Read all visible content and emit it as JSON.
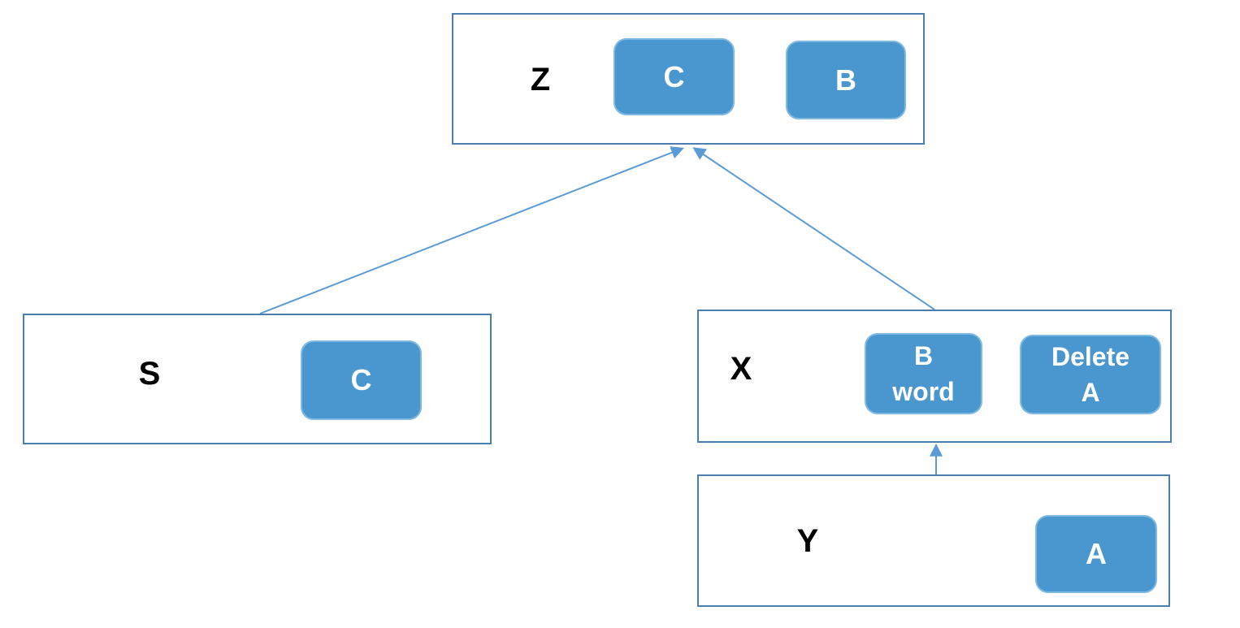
{
  "colors": {
    "box_border": "#4a7eae",
    "button_fill": "#4a97d0",
    "button_border": "#7fb9e2",
    "button_text": "#ffffff",
    "arrow": "#5b9bd5",
    "label_text": "#000000",
    "background": "#ffffff"
  },
  "nodes": {
    "z": {
      "label": "Z"
    },
    "s": {
      "label": "S"
    },
    "x": {
      "label": "X"
    },
    "y": {
      "label": "Y"
    }
  },
  "buttons": {
    "z_c": {
      "lines": [
        "C"
      ]
    },
    "z_b": {
      "lines": [
        "B"
      ]
    },
    "s_c": {
      "lines": [
        "C"
      ]
    },
    "x_b_word": {
      "lines": [
        "B",
        "word"
      ]
    },
    "x_delete_a": {
      "lines": [
        "Delete",
        "A"
      ]
    },
    "y_a": {
      "lines": [
        "A"
      ]
    }
  },
  "edges": [
    {
      "from": "S",
      "to": "Z"
    },
    {
      "from": "X",
      "to": "Z"
    },
    {
      "from": "Y",
      "to": "X"
    }
  ]
}
